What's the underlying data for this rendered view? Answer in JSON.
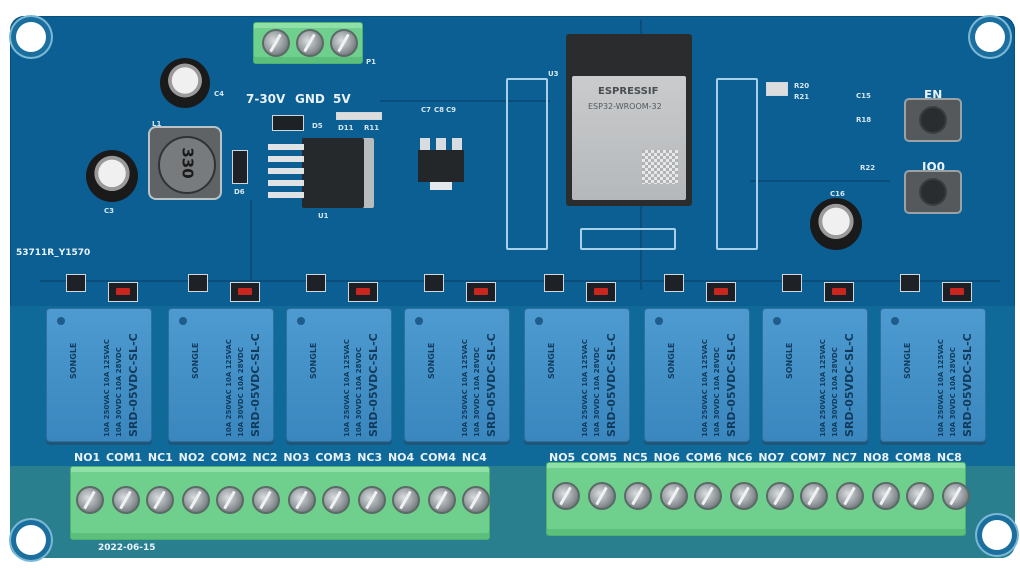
{
  "image": {
    "subject": "ESP32 8-channel relay module PCB",
    "board_color": "#0b5f93",
    "terminal_color": "#6fd08e",
    "relay_color": "#4696c9"
  },
  "power": {
    "terminal_ref": "P1",
    "labels": [
      "7-30V",
      "GND",
      "5V"
    ]
  },
  "module": {
    "ref": "U3",
    "brand": "ESPRESSIF",
    "model": "ESP32-WROOM-32"
  },
  "buttons": [
    {
      "label": "EN"
    },
    {
      "label": "IO0"
    }
  ],
  "components": {
    "inductor_marking": "330",
    "inductor_ref": "L1",
    "regulator_ref": "U1",
    "diode_ref": "D5",
    "diode2_ref": "D6",
    "cap_refs": [
      "C3",
      "C4",
      "C16",
      "C7",
      "C8",
      "C9",
      "C15"
    ],
    "resistor_refs": [
      "R20",
      "R21",
      "R18",
      "R22",
      "R11",
      "D11"
    ]
  },
  "board_id": "53711R_Y1570",
  "date_code": "2022-06-15",
  "relays": [
    {
      "brand": "SONGLE",
      "rating1": "10A 250VAC 10A 125VAC",
      "rating2": "10A 30VDC 10A 28VDC",
      "model": "SRD-05VDC-SL-C"
    },
    {
      "brand": "SONGLE",
      "rating1": "10A 250VAC 10A 125VAC",
      "rating2": "10A 30VDC 10A 28VDC",
      "model": "SRD-05VDC-SL-C"
    },
    {
      "brand": "SONGLE",
      "rating1": "10A 250VAC 10A 125VAC",
      "rating2": "10A 30VDC 10A 28VDC",
      "model": "SRD-05VDC-SL-C"
    },
    {
      "brand": "SONGLE",
      "rating1": "10A 250VAC 10A 125VAC",
      "rating2": "10A 30VDC 10A 28VDC",
      "model": "SRD-05VDC-SL-C"
    },
    {
      "brand": "SONGLE",
      "rating1": "10A 250VAC 10A 125VAC",
      "rating2": "10A 30VDC 10A 28VDC",
      "model": "SRD-05VDC-SL-C"
    },
    {
      "brand": "SONGLE",
      "rating1": "10A 250VAC 10A 125VAC",
      "rating2": "10A 30VDC 10A 28VDC",
      "model": "SRD-05VDC-SL-C"
    },
    {
      "brand": "SONGLE",
      "rating1": "10A 250VAC 10A 125VAC",
      "rating2": "10A 30VDC 10A 28VDC",
      "model": "SRD-05VDC-SL-C"
    },
    {
      "brand": "SONGLE",
      "rating1": "10A 250VAC 10A 125VAC",
      "rating2": "10A 30VDC 10A 28VDC",
      "model": "SRD-05VDC-SL-C"
    }
  ],
  "terminal_labels_left": "NO1 COM1 NC1  NO2 COM2 NC2  NO3 COM3 NC3  NO4 COM4 NC4",
  "terminal_labels_right": "NO5 COM5 NC5  NO6 COM6 NC6  NO7 COM7 NC7  NO8 COM8 NC8",
  "channel_labels": [
    [
      "NO1",
      "COM1",
      "NC1"
    ],
    [
      "NO2",
      "COM2",
      "NC2"
    ],
    [
      "NO3",
      "COM3",
      "NC3"
    ],
    [
      "NO4",
      "COM4",
      "NC4"
    ],
    [
      "NO5",
      "COM5",
      "NC5"
    ],
    [
      "NO6",
      "COM6",
      "NC6"
    ],
    [
      "NO7",
      "COM7",
      "NC7"
    ],
    [
      "NO8",
      "COM8",
      "NC8"
    ]
  ]
}
